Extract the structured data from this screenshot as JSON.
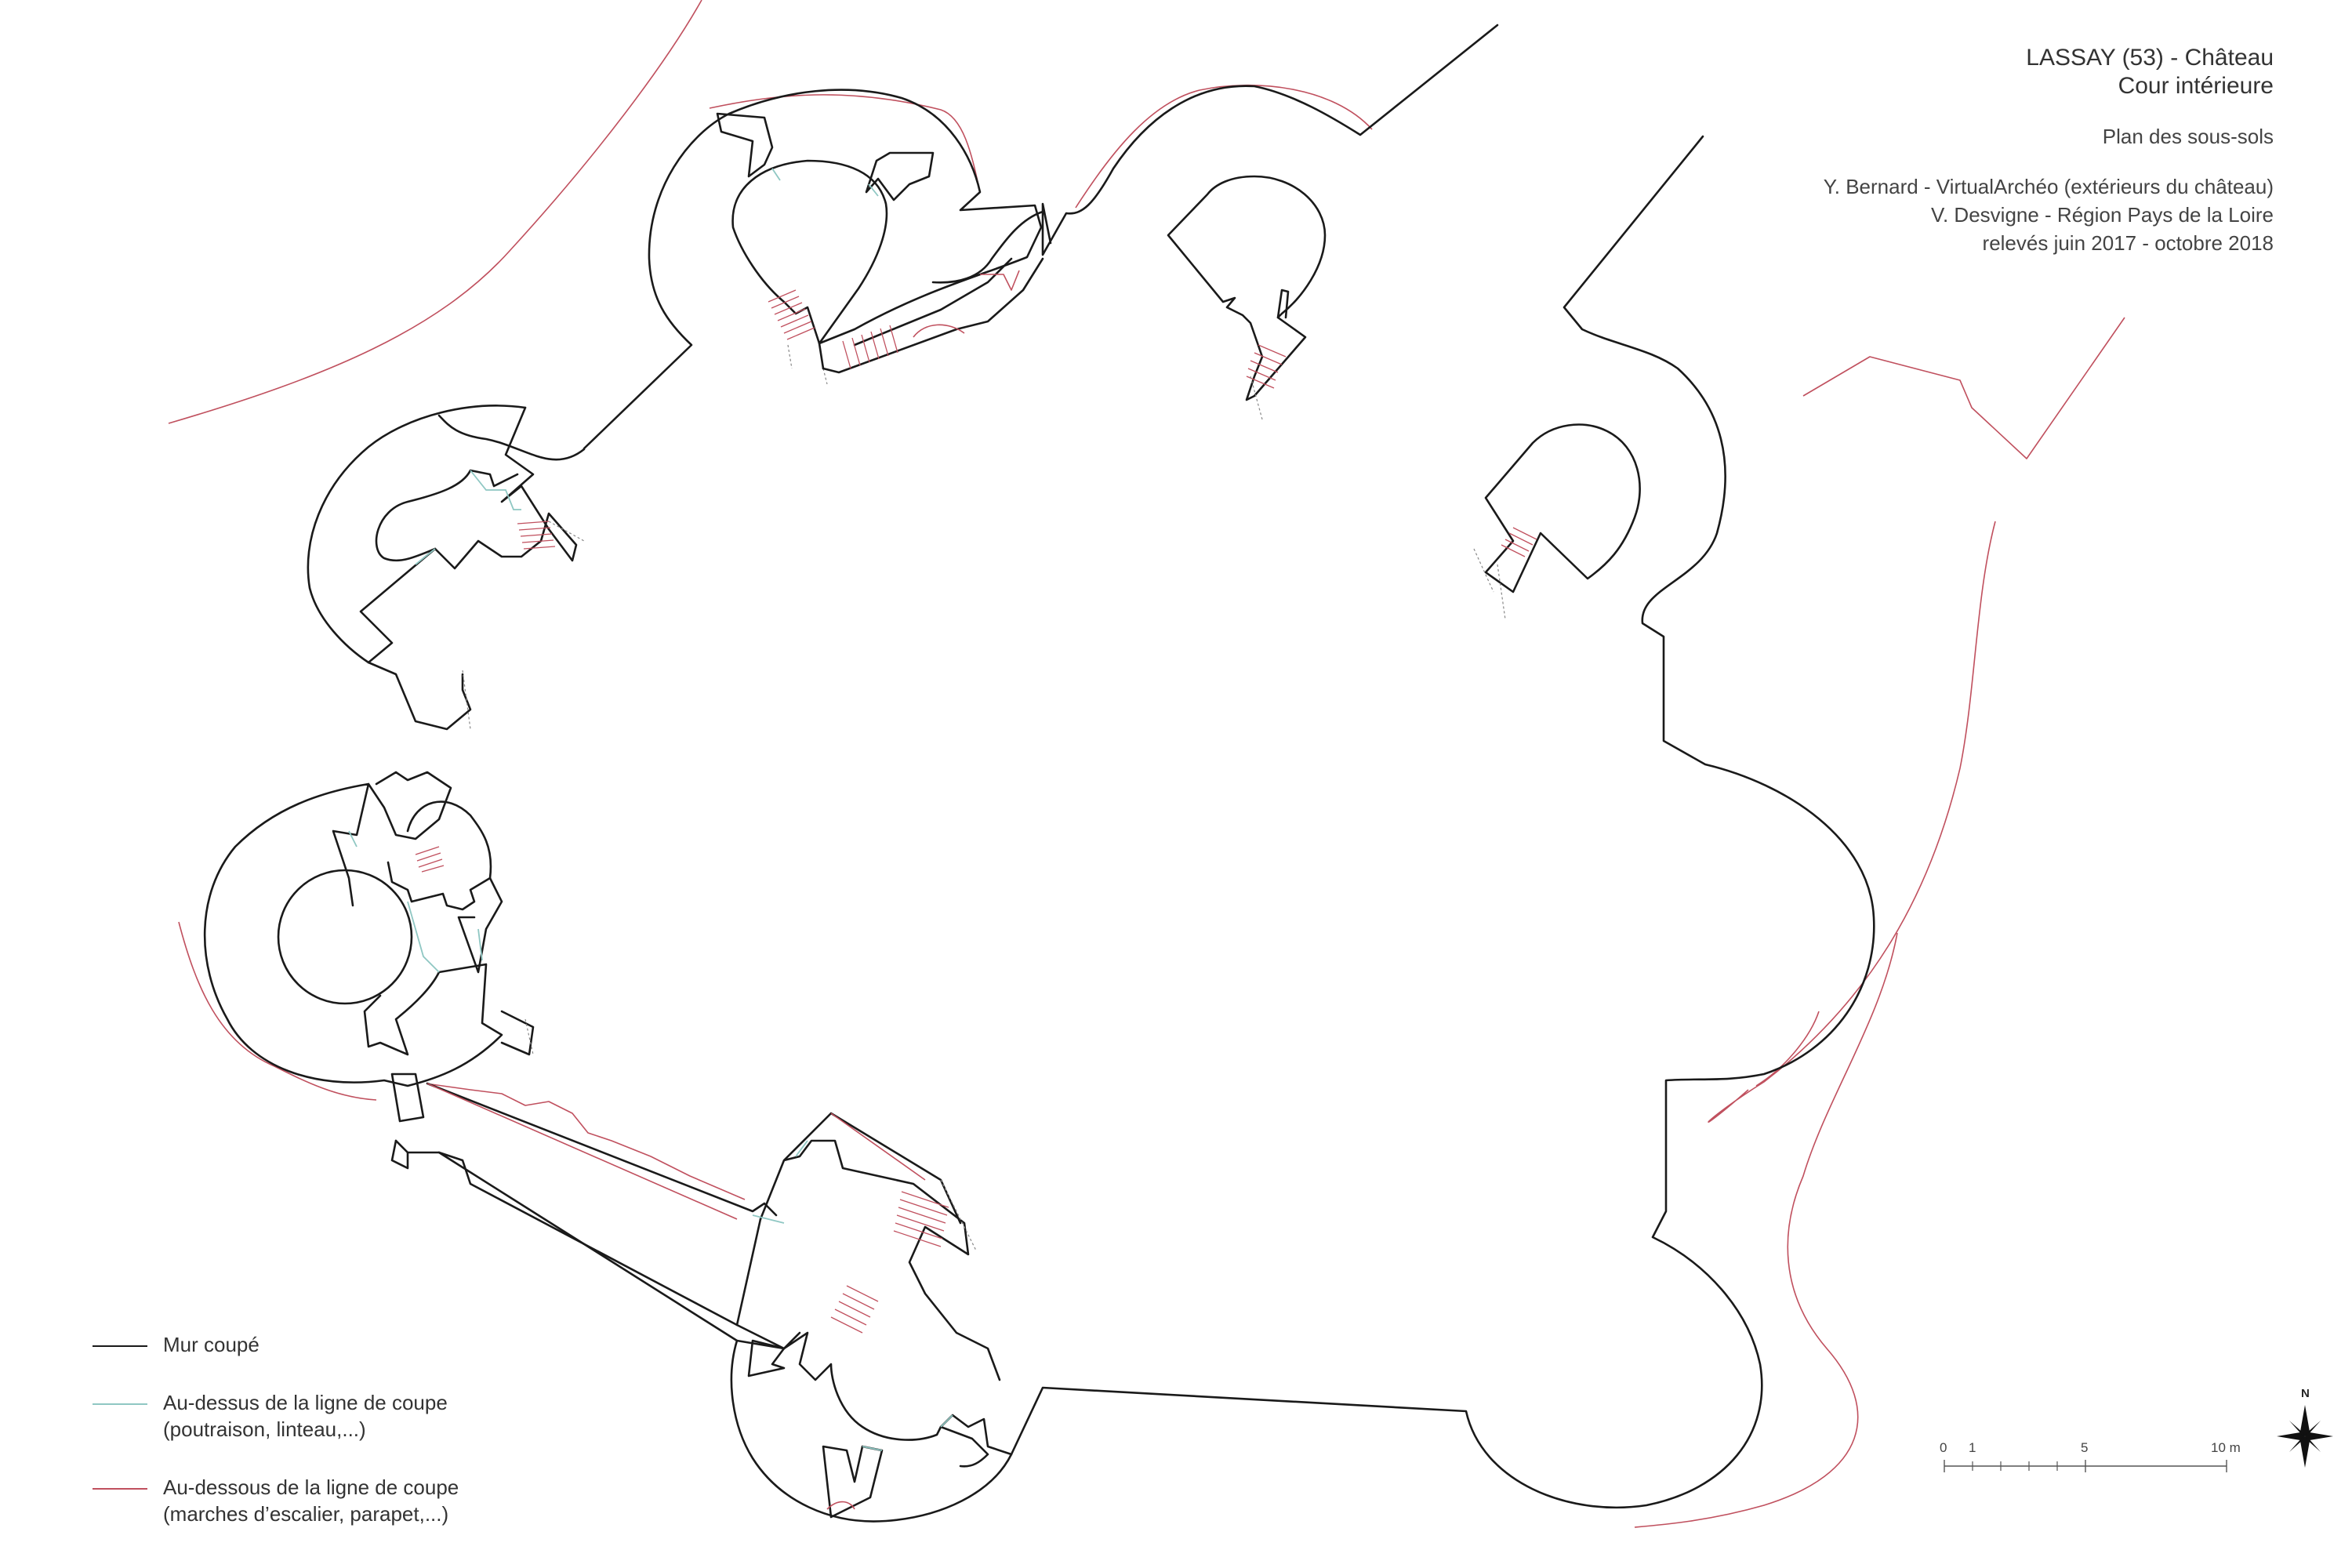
{
  "title": {
    "line1": "LASSAY (53) - Château",
    "line2": "Cour intérieure",
    "subtitle": "Plan des sous-sols",
    "credit1": "Y. Bernard - VirtualArchéo (extérieurs du château)",
    "credit2": "V. Desvigne - Région Pays de la Loire",
    "credit3": "relevés juin 2017 - octobre 2018"
  },
  "legend": {
    "items": [
      {
        "label": "Mur coupé",
        "sub": "",
        "color": "#1a1a1a"
      },
      {
        "label": "Au-dessus de la ligne de coupe",
        "sub": "(poutraison, linteau,...)",
        "color": "#8fc7c3"
      },
      {
        "label": "Au-dessous de la ligne de coupe",
        "sub": "(marches d’escalier, parapet,...)",
        "color": "#c0505e"
      }
    ]
  },
  "scale": {
    "ticks": [
      "0",
      "1",
      "5",
      "10 m"
    ]
  },
  "north": {
    "label": "N"
  },
  "colors": {
    "cut_wall": "#1a1a1a",
    "above_cut": "#8fc7c3",
    "below_cut": "#c0505e"
  }
}
